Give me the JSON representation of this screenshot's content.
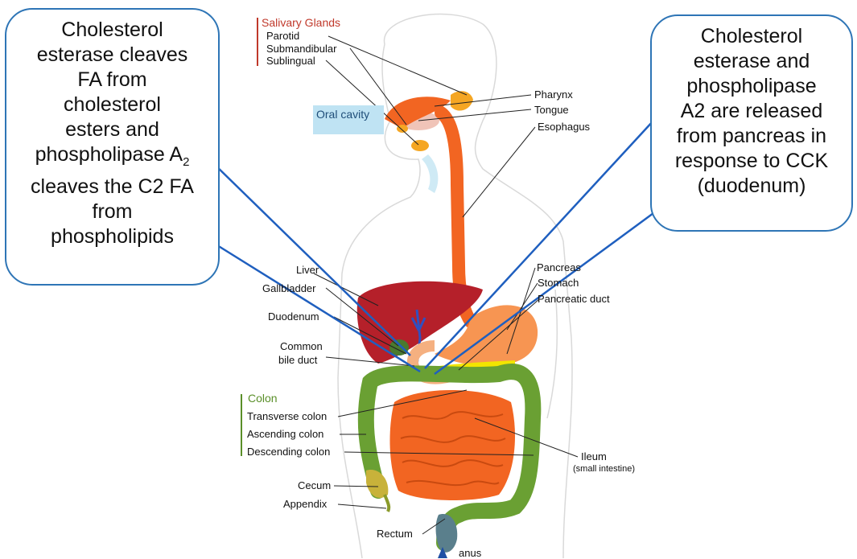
{
  "callouts": {
    "left": {
      "lines": [
        "Cholesterol",
        "esterase cleaves",
        "FA from",
        "cholesterol",
        "esters and"
      ],
      "line6_prefix": "phospholipase A",
      "line6_subscript": "2",
      "lines_after": [
        "cleaves the C2 FA",
        "from",
        "phospholipids"
      ]
    },
    "right": {
      "lines": [
        "Cholesterol",
        "esterase and",
        "phospholipase",
        "A2 are released",
        "from pancreas in",
        "response to CCK",
        "(duodenum)"
      ]
    }
  },
  "labels": {
    "salivary_glands": "Salivary Glands",
    "parotid": "Parotid",
    "submandibular": "Submandibular",
    "sublingual": "Sublingual",
    "oral_cavity": "Oral cavity",
    "pharynx": "Pharynx",
    "tongue": "Tongue",
    "esophagus": "Esophagus",
    "liver": "Liver",
    "gallbladder": "Gallbladder",
    "duodenum": "Duodenum",
    "common": "Common",
    "bile_duct": "bile duct",
    "pancreas": "Pancreas",
    "stomach": "Stomach",
    "pancreatic_duct": "Pancreatic duct",
    "colon": "Colon",
    "transverse_colon": "Transverse colon",
    "ascending_colon": "Ascending colon",
    "descending_colon": "Descending colon",
    "ileum": "Ileum",
    "small_intestine": "(small intestine)",
    "cecum": "Cecum",
    "appendix": "Appendix",
    "rectum": "Rectum",
    "anus": "anus"
  },
  "colors": {
    "callout_border": "#2e75b6",
    "pointer_line": "#1f5fbf",
    "salivary_title": "#c0392b",
    "colon_title": "#5a8f29",
    "esophagus": "#f26522",
    "liver": "#b5202a",
    "stomach": "#f79552",
    "intestine": "#f26522",
    "colon": "#6aa033",
    "pancreas": "#f2e500",
    "gland": "#f5a623"
  }
}
